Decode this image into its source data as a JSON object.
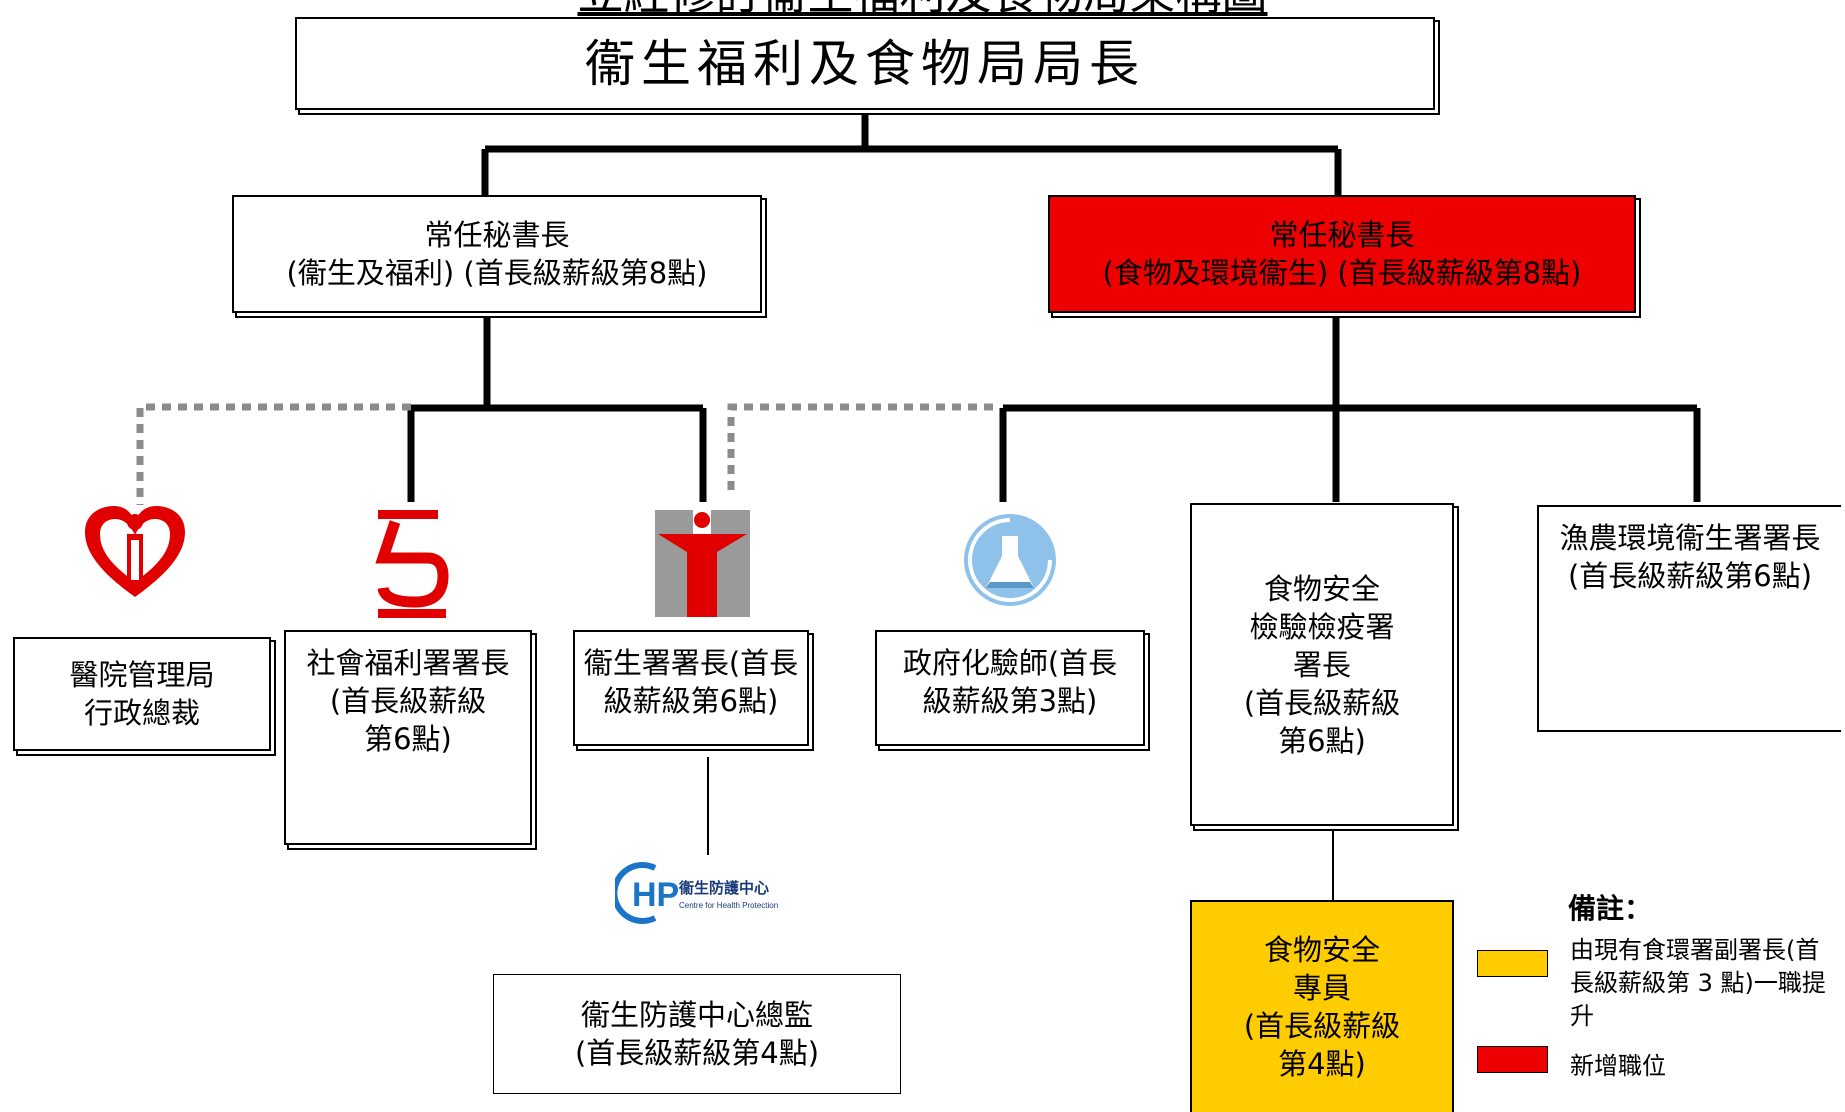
{
  "title": "立經修訂衞生福利及食物局架構圖",
  "top": {
    "label": "衞生福利及食物局局長"
  },
  "ps_health": {
    "line1": "常任秘書長",
    "line2": "(衞生及福利) (首長級薪級第8點)"
  },
  "ps_food": {
    "line1": "常任秘書長",
    "line2": "(食物及環境衞生) (首長級薪級第8點)",
    "color": "#ee0000"
  },
  "ha": {
    "line1": "醫院管理局",
    "line2": "行政總裁",
    "logo": "hospital-authority-logo"
  },
  "swd": {
    "line1": "社會福利署署長",
    "line2": "(首長級薪級",
    "line3": "第6點)",
    "logo": "social-welfare-logo"
  },
  "dh": {
    "line1": "衞生署署長(首長",
    "line2": "級薪級第6點)",
    "logo": "department-of-health-logo"
  },
  "chp": {
    "line1": "衞生防護中心總監",
    "line2": "(首長級薪級第4點)",
    "logo_text": "衞生防護中心",
    "logo_sub": "Centre for Health Protection",
    "logo_mark": "HP"
  },
  "gl": {
    "line1": "政府化驗師(首長",
    "line2": "級薪級第3點)",
    "logo": "government-laboratory-logo"
  },
  "fsd": {
    "line1": "食物安全",
    "line2": "檢驗檢疫署",
    "line3": "署長",
    "line4": "(首長級薪級",
    "line5": "第6點)"
  },
  "afcd": {
    "line1": "漁農環境衞生署署長",
    "line2": "(首長級薪級第6點)"
  },
  "fso": {
    "line1": "食物安全",
    "line2": "專員",
    "line3": "(首長級薪級",
    "line4": "第4點)",
    "color": "#ffcc00"
  },
  "legend": {
    "title": "備註：",
    "yellow_text": "由現有食環署副署長(首長級薪級第 3 點)一職提升",
    "yellow_color": "#ffcc00",
    "red_text": "新增職位",
    "red_color": "#ee0000"
  }
}
